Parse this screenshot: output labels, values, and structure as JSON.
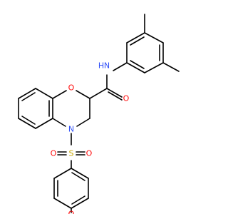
{
  "molecule": {
    "colors": {
      "carbon_bond": "#000000",
      "oxygen": "#ff0d0d",
      "nitrogen": "#3050f8",
      "sulfur": "#c6a500",
      "background": "#ffffff"
    },
    "atoms": {
      "amide_nh": {
        "text": "N",
        "sub": "H",
        "element": "nitrogen"
      },
      "amide_o": {
        "text": "O",
        "element": "oxygen"
      },
      "ring_o": {
        "text": "O",
        "element": "oxygen"
      },
      "ring_n": {
        "text": "N",
        "element": "nitrogen"
      },
      "sulfur": {
        "text": "S",
        "element": "sulfur"
      },
      "sulfonyl_o_left": {
        "text": "O",
        "element": "oxygen"
      },
      "sulfonyl_o_right": {
        "text": "O",
        "element": "oxygen"
      },
      "methoxy_o": {
        "text": "O",
        "element": "oxygen"
      }
    }
  }
}
